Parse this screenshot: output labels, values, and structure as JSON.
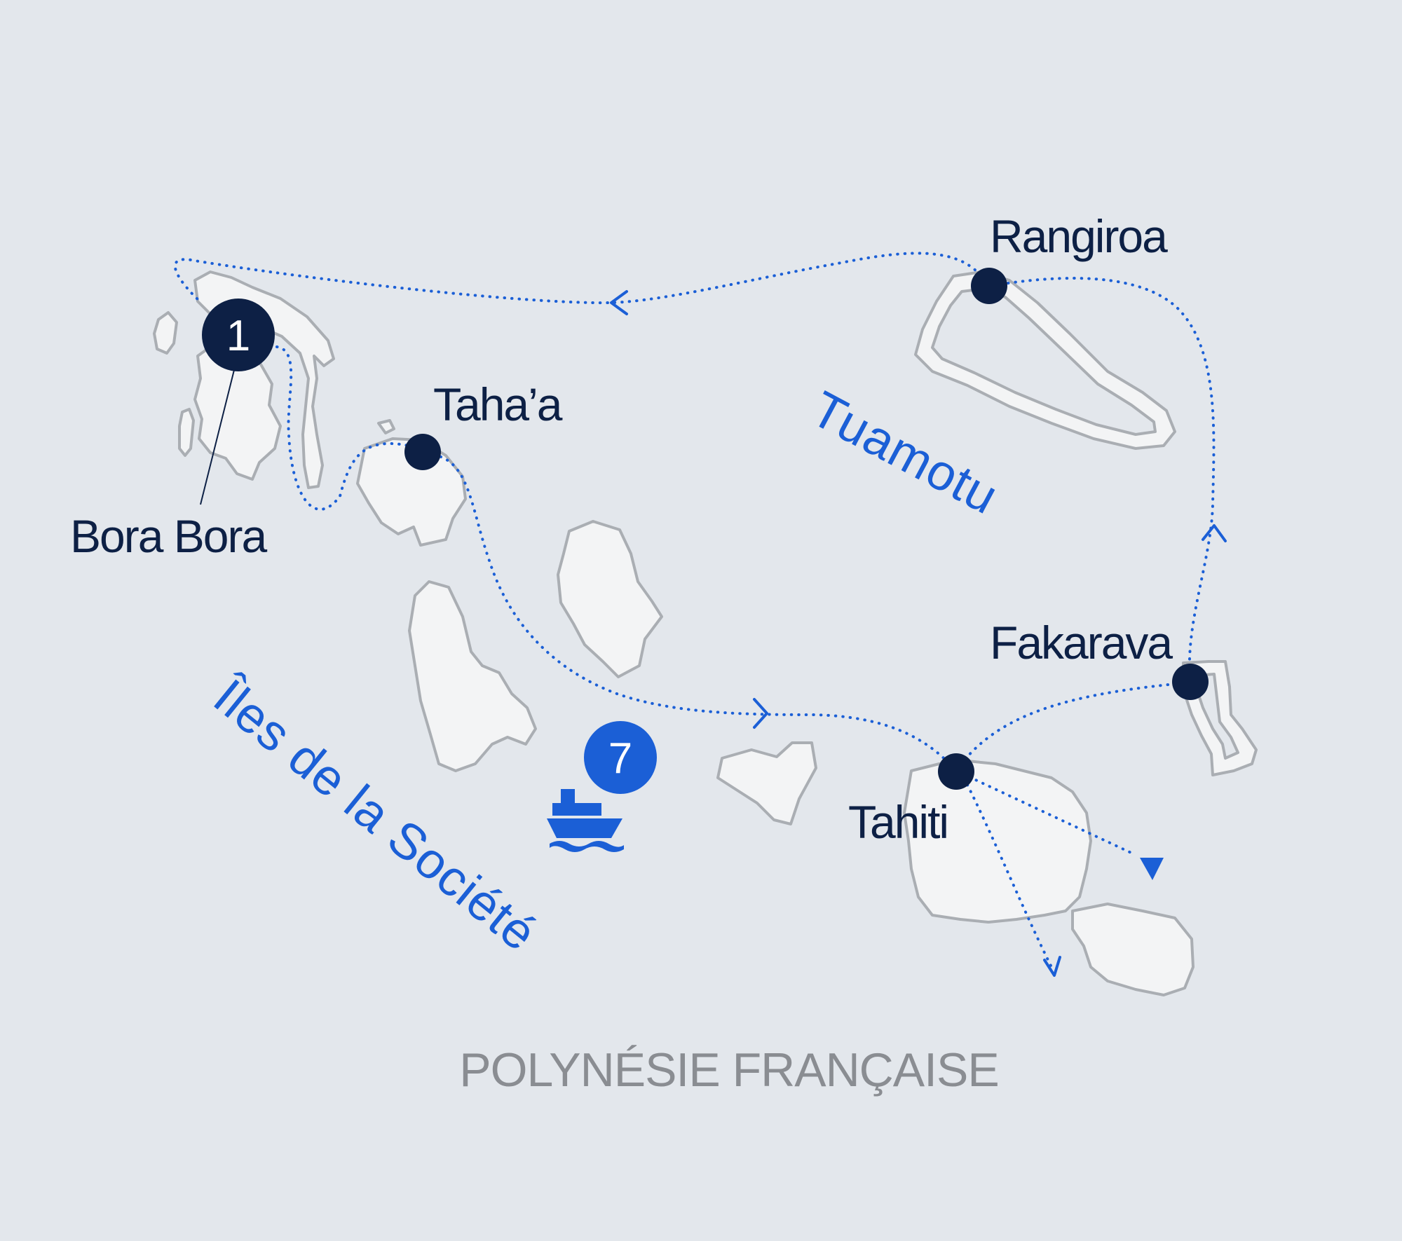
{
  "map": {
    "country_label": "POLYNÉSIE FRANÇAISE",
    "regions": {
      "society": "Îles de la Société",
      "tuamotu": "Tuamotu"
    },
    "places": {
      "bora_bora": "Bora Bora",
      "tahaa": "Taha’a",
      "rangiroa": "Rangiroa",
      "fakarava": "Fakarava",
      "tahiti": "Tahiti"
    },
    "start_badge": "1",
    "nights_badge": "7",
    "ship_icon": "cruise-ship-icon",
    "colors": {
      "sea": "#e3e7ec",
      "land": "#f3f4f5",
      "coast": "#aaaeb3",
      "route": "#1b5fd6",
      "port": "#0d2045",
      "country_text": "#8a8d92"
    }
  }
}
